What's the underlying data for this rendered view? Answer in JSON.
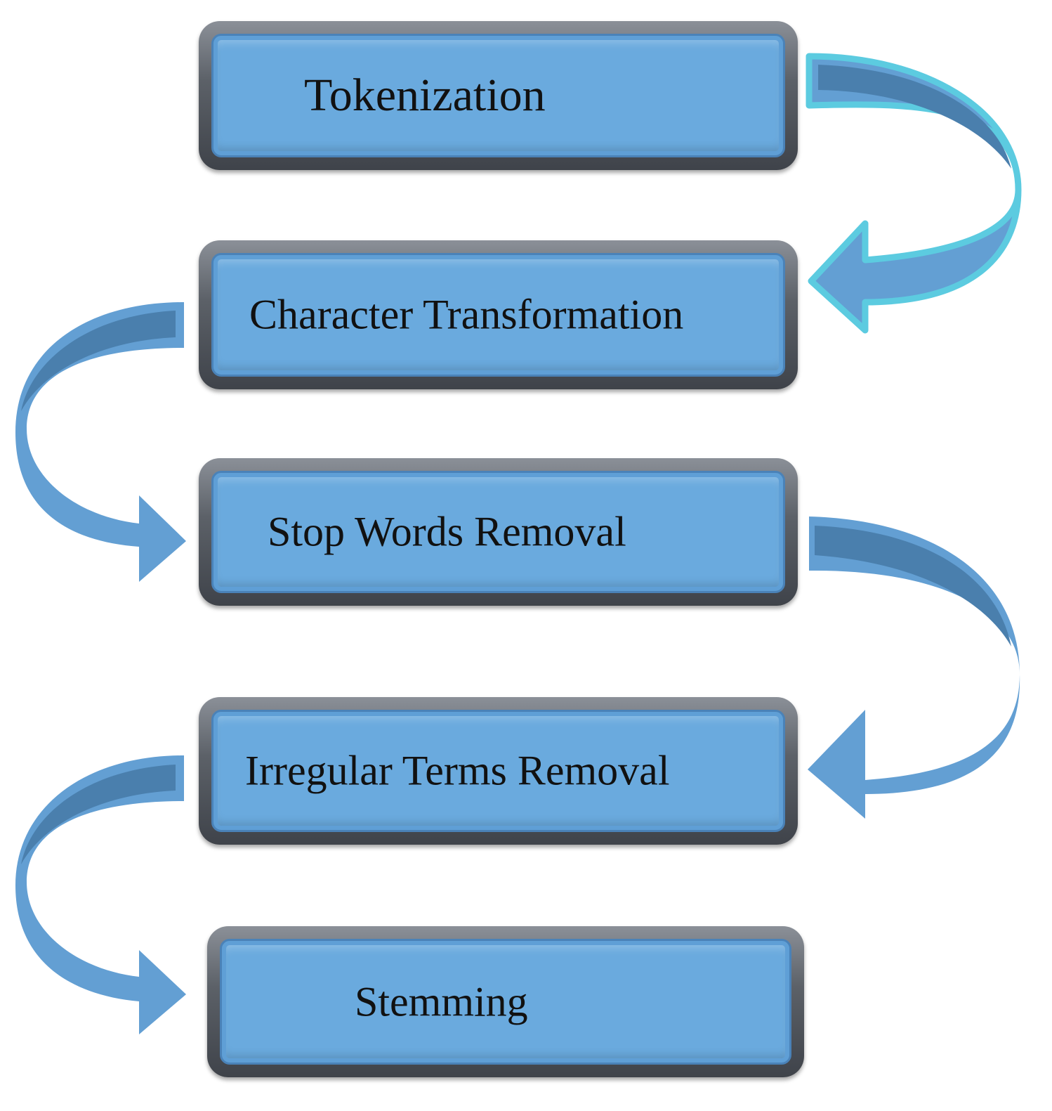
{
  "steps": [
    {
      "label": "Tokenization"
    },
    {
      "label": "Character Transformation"
    },
    {
      "label": "Stop Words Removal"
    },
    {
      "label": "Irregular Terms Removal"
    },
    {
      "label": "Stemming"
    }
  ],
  "colors": {
    "box_fill": "#6aaade",
    "box_frame": "#4a5058",
    "arrow_fill": "#639fd3",
    "arrow_dark": "#4a7fad",
    "arrow_highlight": "#5ccbe0"
  }
}
